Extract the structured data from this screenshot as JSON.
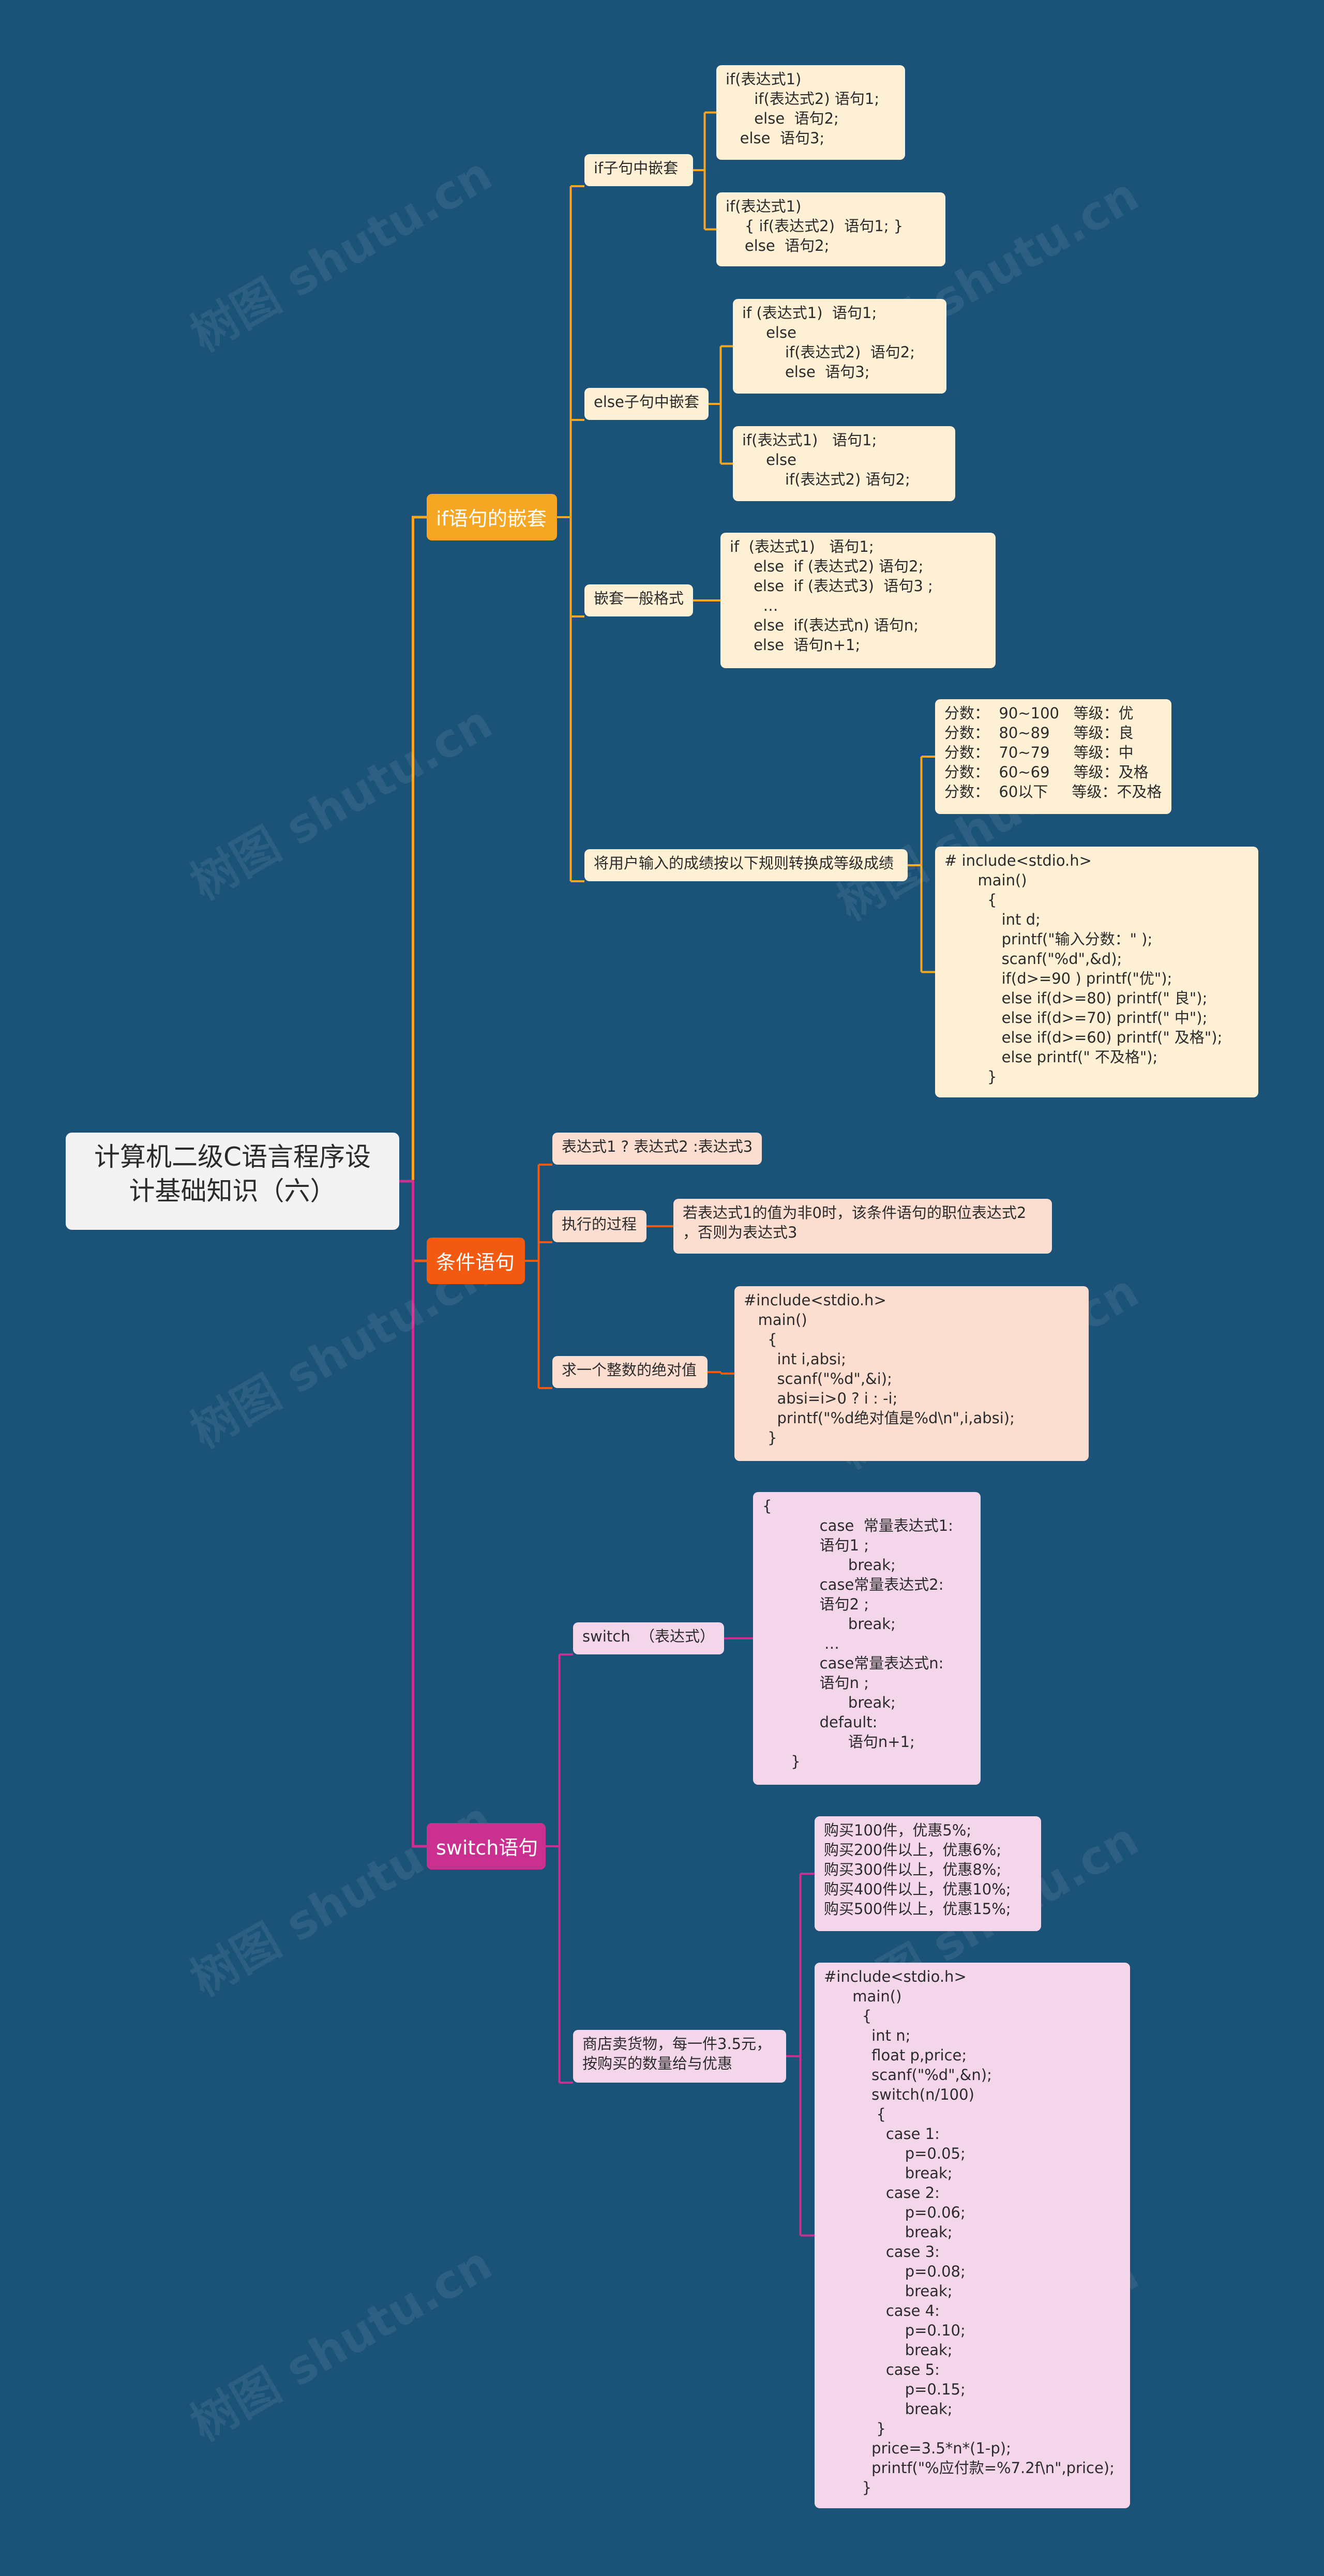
{
  "watermark": "树图 shutu.cn",
  "colors": {
    "background": "#1b5278",
    "branch_if": "#f5a623",
    "branch_cond": "#f25a11",
    "branch_switch": "#c9308f"
  },
  "root": {
    "title": "计算机二级C语言程序设计基础知识（六）"
  },
  "branches": {
    "if": {
      "label": "if语句的嵌套",
      "children": {
        "if_nested": {
          "label": "if子句中嵌套",
          "notes": [
            "if(表达式1)\n      if(表达式2) 语句1;\n      else  语句2;\n   else  语句3;",
            "if(表达式1)\n    { if(表达式2)  语句1; }\n    else  语句2;"
          ]
        },
        "else_nested": {
          "label": "else子句中嵌套",
          "notes": [
            "if (表达式1)  语句1;\n     else\n         if(表达式2)  语句2;\n         else  语句3;",
            "if(表达式1)   语句1;\n     else\n         if(表达式2) 语句2;"
          ]
        },
        "general": {
          "label": "嵌套一般格式",
          "notes": [
            "if  (表达式1)   语句1;\n     else  if (表达式2) 语句2;\n     else  if (表达式3)  语句3 ;\n       …\n     else  if(表达式n) 语句n;\n     else  语句n+1;"
          ]
        },
        "grade": {
          "label": "将用户输入的成绩按以下规则转换成等级成绩",
          "notes": [
            "分数：  90~100   等级：优\n分数：  80~89     等级：良\n分数：  70~79     等级：中\n分数：  60~69     等级：及格\n分数：  60以下     等级：不及格",
            "# include<stdio.h>\n       main()\n         {\n            int d;\n            printf(\"输入分数：\" );\n            scanf(\"%d\",&d);\n            if(d>=90 ) printf(\"优\");\n            else if(d>=80) printf(\" 良\");\n            else if(d>=70) printf(\" 中\");\n            else if(d>=60) printf(\" 及格\");\n            else printf(\" 不及格\");\n         }"
          ]
        }
      }
    },
    "cond": {
      "label": "条件语句",
      "children": {
        "expr": {
          "label": "表达式1 ? 表达式2 :表达式3"
        },
        "process": {
          "label": "执行的过程",
          "notes": [
            "若表达式1的值为非0时，该条件语句的职位表达式2\n，否则为表达式3"
          ]
        },
        "abs": {
          "label": "求一个整数的绝对值",
          "notes": [
            "#include<stdio.h>\n   main()\n     {\n       int i,absi;\n       scanf(\"%d\",&i);\n       absi=i>0 ? i : -i;\n       printf(\"%d绝对值是%d\\n\",i,absi);\n     }"
          ]
        }
      }
    },
    "switch": {
      "label": "switch语句",
      "children": {
        "syntax": {
          "label": "switch  （表达式）",
          "notes": [
            "{\n            case  常量表达式1:\n            语句1 ;\n                  break;\n            case常量表达式2:\n            语句2 ;\n                  break;\n             …\n            case常量表达式n:\n            语句n ;\n                  break;\n            default:\n                  语句n+1;\n      }"
          ]
        },
        "shop": {
          "label": "商店卖货物，每一件3.5元，\n按购买的数量给与优惠",
          "notes": [
            "购买100件，优惠5%;\n购买200件以上，优惠6%;\n购买300件以上，优惠8%;\n购买400件以上，优惠10%;\n购买500件以上，优惠15%;",
            "#include<stdio.h>\n      main()\n        {\n          int n;\n          float p,price;\n          scanf(\"%d\",&n);\n          switch(n/100)\n           {\n             case 1:\n                 p=0.05;\n                 break;\n             case 2:\n                 p=0.06;\n                 break;\n             case 3:\n                 p=0.08;\n                 break;\n             case 4:\n                 p=0.10;\n                 break;\n             case 5:\n                 p=0.15;\n                 break;\n           }\n          price=3.5*n*(1-p);\n          printf(\"%应付款=%7.2f\\n\",price);\n        }"
          ]
        }
      }
    }
  }
}
